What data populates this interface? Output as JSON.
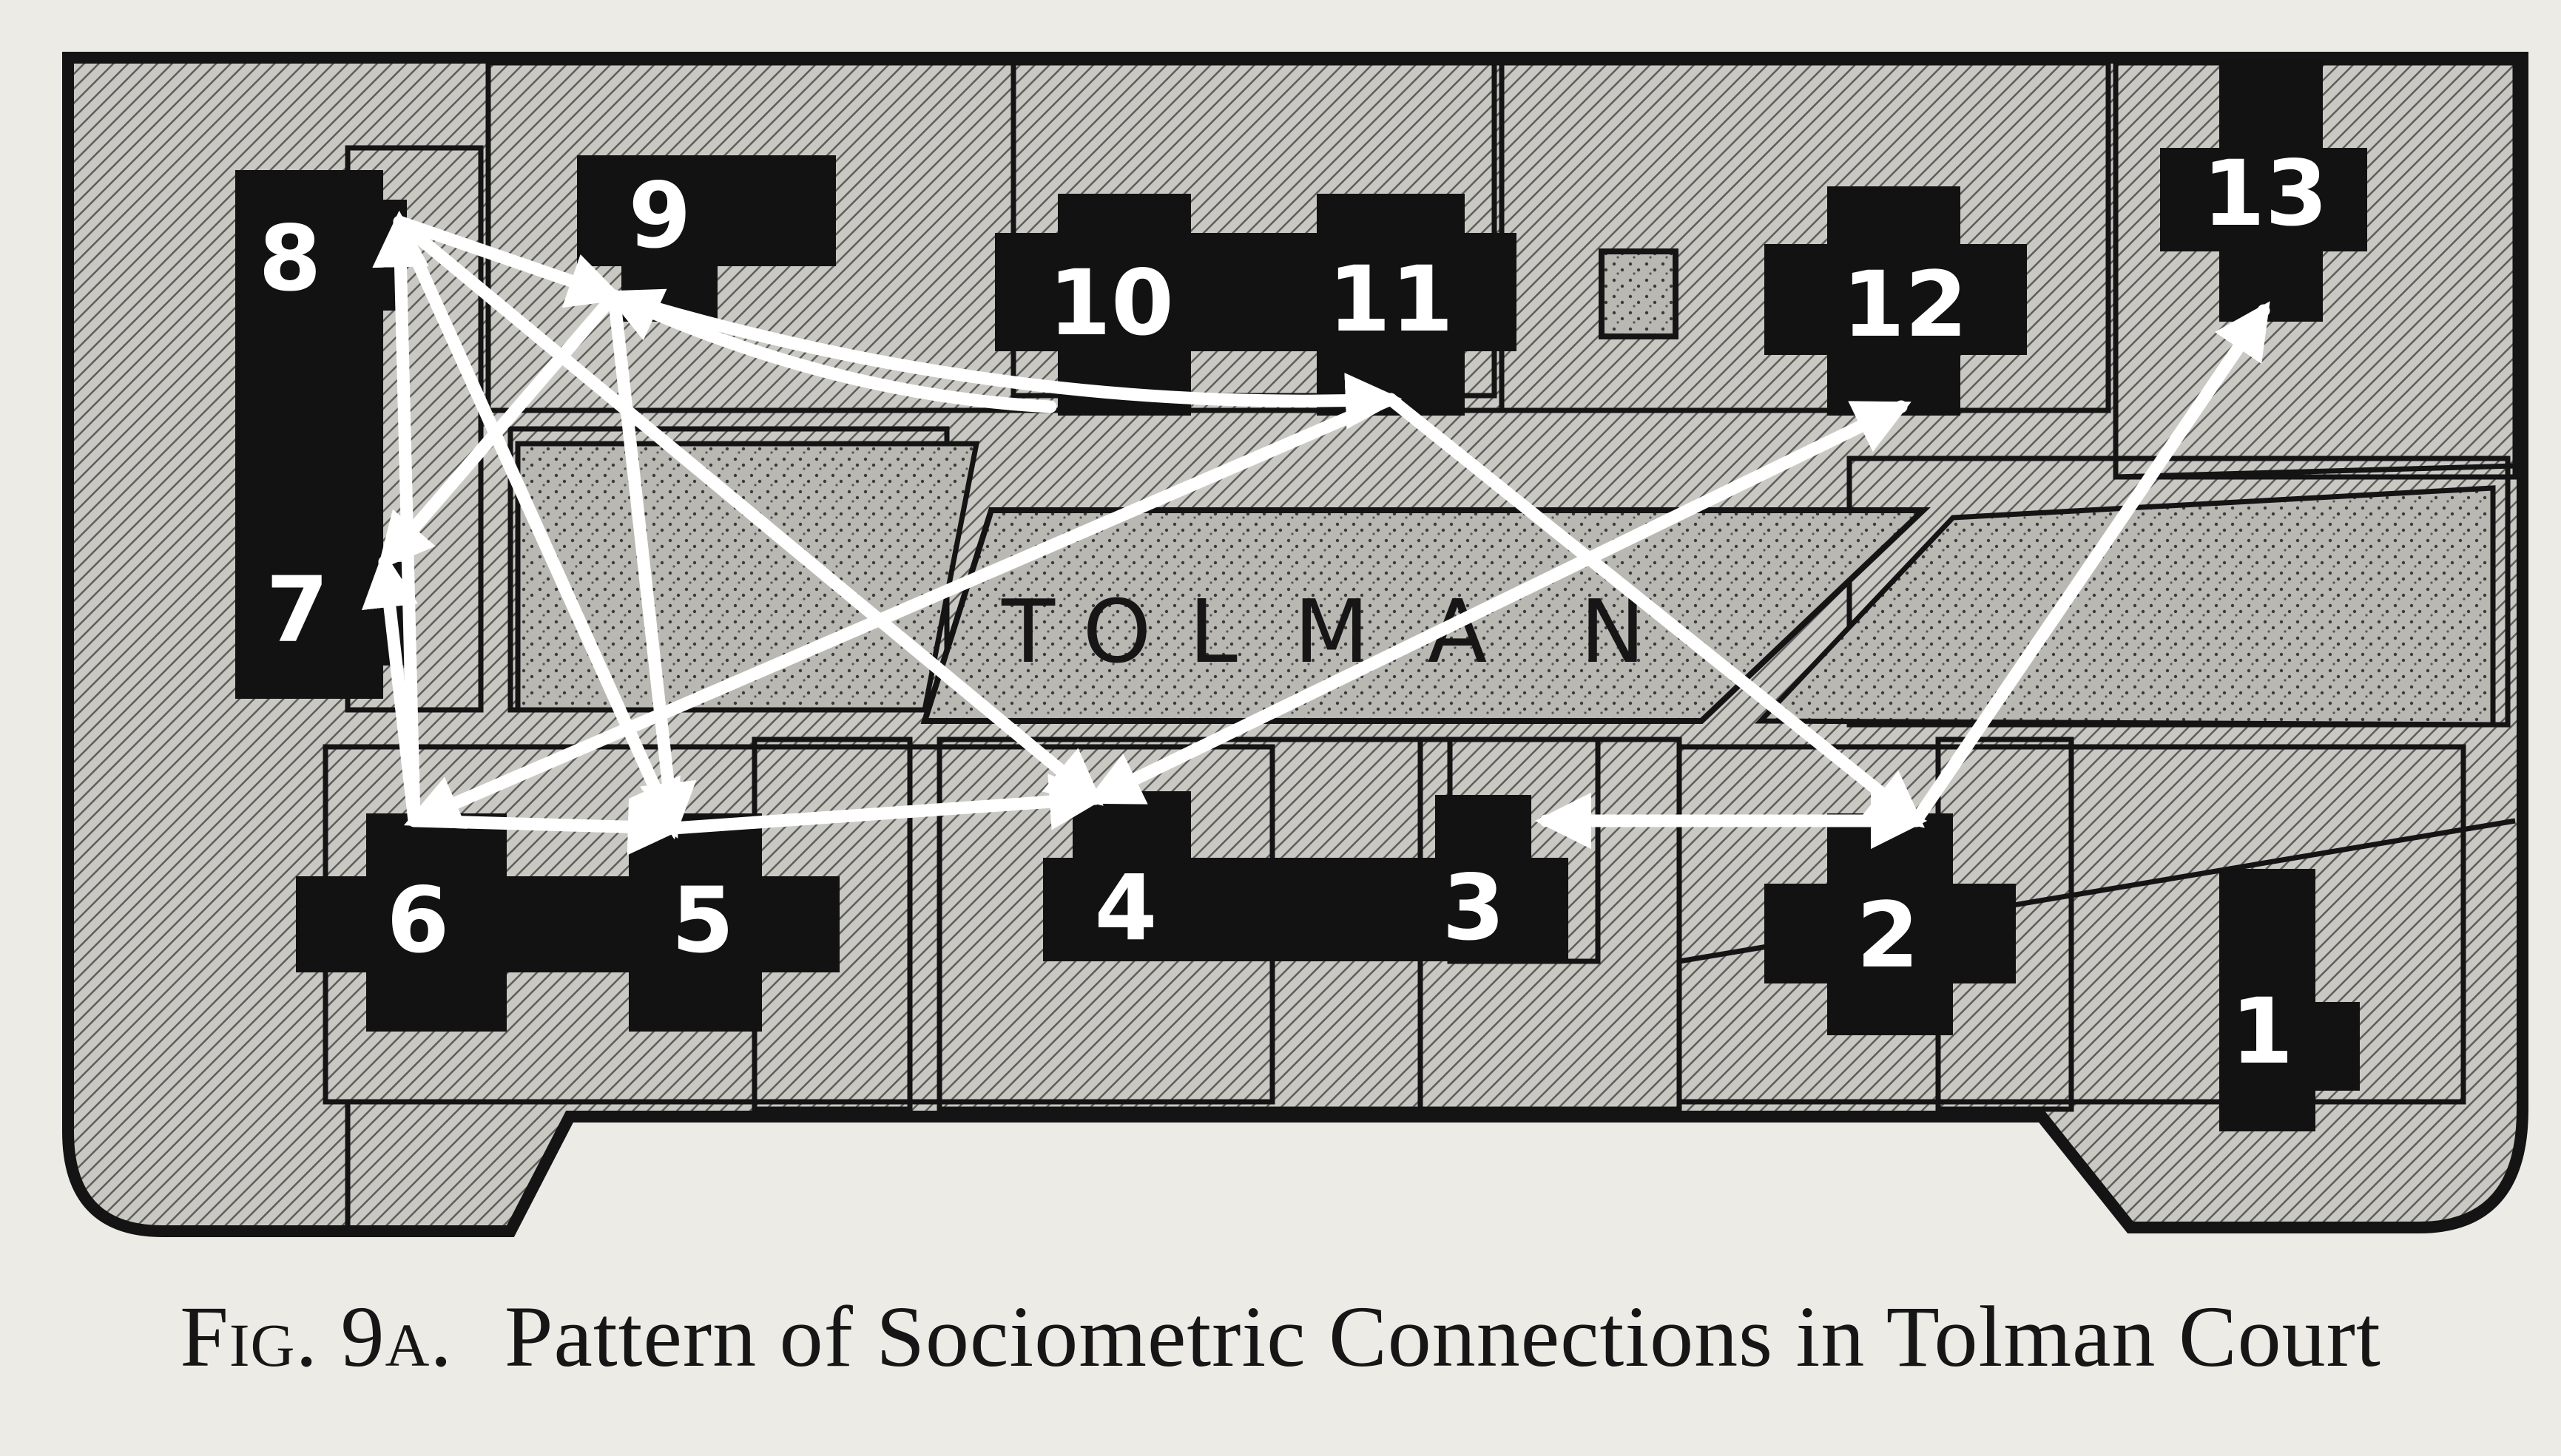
{
  "diagram": {
    "court_name_letters": [
      "T",
      "O",
      "L",
      "M",
      "A",
      "N"
    ],
    "units": [
      {
        "id": "1",
        "label": "1"
      },
      {
        "id": "2",
        "label": "2"
      },
      {
        "id": "3",
        "label": "3"
      },
      {
        "id": "4",
        "label": "4"
      },
      {
        "id": "5",
        "label": "5"
      },
      {
        "id": "6",
        "label": "6"
      },
      {
        "id": "7",
        "label": "7"
      },
      {
        "id": "8",
        "label": "8"
      },
      {
        "id": "9",
        "label": "9"
      },
      {
        "id": "10",
        "label": "10"
      },
      {
        "id": "11",
        "label": "11"
      },
      {
        "id": "12",
        "label": "12"
      },
      {
        "id": "13",
        "label": "13"
      }
    ],
    "connections": [
      {
        "from": "8",
        "to": "9"
      },
      {
        "from": "8",
        "to": "5"
      },
      {
        "from": "8",
        "to": "4"
      },
      {
        "from": "6",
        "to": "8"
      },
      {
        "from": "6",
        "to": "7"
      },
      {
        "from": "9",
        "to": "7"
      },
      {
        "from": "9",
        "to": "5"
      },
      {
        "from": "10",
        "to": "9"
      },
      {
        "from": "9",
        "to": "11"
      },
      {
        "from": "11",
        "to": "6"
      },
      {
        "from": "11",
        "to": "2"
      },
      {
        "from": "6",
        "to": "5"
      },
      {
        "from": "5",
        "to": "4"
      },
      {
        "from": "12",
        "to": "4"
      },
      {
        "from": "4",
        "to": "12"
      },
      {
        "from": "3",
        "to": "2"
      },
      {
        "from": "2",
        "to": "3"
      },
      {
        "from": "2",
        "to": "13"
      }
    ]
  },
  "caption": {
    "fig_label": "Fig. 9a.",
    "text": "Pattern of Sociometric Connections in Tolman Court"
  }
}
